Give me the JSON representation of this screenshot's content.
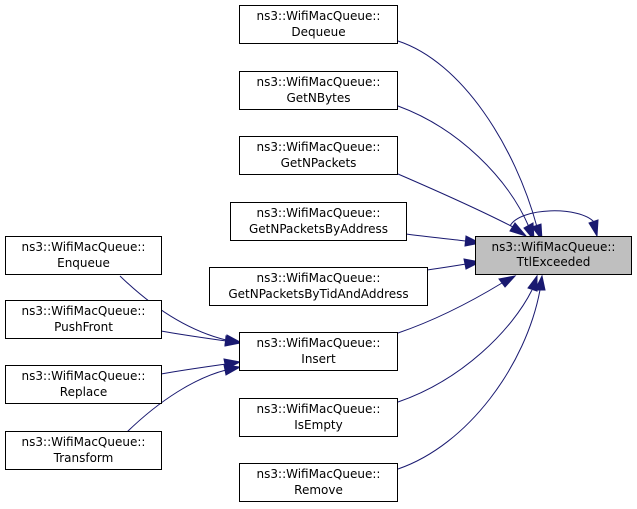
{
  "colors": {
    "edge": "#191970",
    "target_fill": "#bfbfbf",
    "node_fill": "#ffffff",
    "node_border": "#000000"
  },
  "nodes": {
    "ttl": {
      "line1": "ns3::WifiMacQueue::",
      "line2": "TtlExceeded"
    },
    "dequeue": {
      "line1": "ns3::WifiMacQueue::",
      "line2": "Dequeue"
    },
    "getnbytes": {
      "line1": "ns3::WifiMacQueue::",
      "line2": "GetNBytes"
    },
    "getnpackets": {
      "line1": "ns3::WifiMacQueue::",
      "line2": "GetNPackets"
    },
    "getnpktsaddr": {
      "line1": "ns3::WifiMacQueue::",
      "line2": "GetNPacketsByAddress"
    },
    "getnpktstid": {
      "line1": "ns3::WifiMacQueue::",
      "line2": "GetNPacketsByTidAndAddress"
    },
    "insert": {
      "line1": "ns3::WifiMacQueue::",
      "line2": "Insert"
    },
    "isempty": {
      "line1": "ns3::WifiMacQueue::",
      "line2": "IsEmpty"
    },
    "remove": {
      "line1": "ns3::WifiMacQueue::",
      "line2": "Remove"
    },
    "enqueue": {
      "line1": "ns3::WifiMacQueue::",
      "line2": "Enqueue"
    },
    "pushfront": {
      "line1": "ns3::WifiMacQueue::",
      "line2": "PushFront"
    },
    "replace": {
      "line1": "ns3::WifiMacQueue::",
      "line2": "Replace"
    },
    "transform": {
      "line1": "ns3::WifiMacQueue::",
      "line2": "Transform"
    }
  },
  "edges": [
    {
      "from": "dequeue",
      "to": "ttl"
    },
    {
      "from": "getnbytes",
      "to": "ttl"
    },
    {
      "from": "getnpackets",
      "to": "ttl"
    },
    {
      "from": "getnpktsaddr",
      "to": "ttl"
    },
    {
      "from": "getnpktstid",
      "to": "ttl"
    },
    {
      "from": "insert",
      "to": "ttl"
    },
    {
      "from": "isempty",
      "to": "ttl"
    },
    {
      "from": "remove",
      "to": "ttl"
    },
    {
      "from": "ttl",
      "to": "ttl"
    },
    {
      "from": "enqueue",
      "to": "insert"
    },
    {
      "from": "pushfront",
      "to": "insert"
    },
    {
      "from": "replace",
      "to": "insert"
    },
    {
      "from": "transform",
      "to": "insert"
    }
  ]
}
